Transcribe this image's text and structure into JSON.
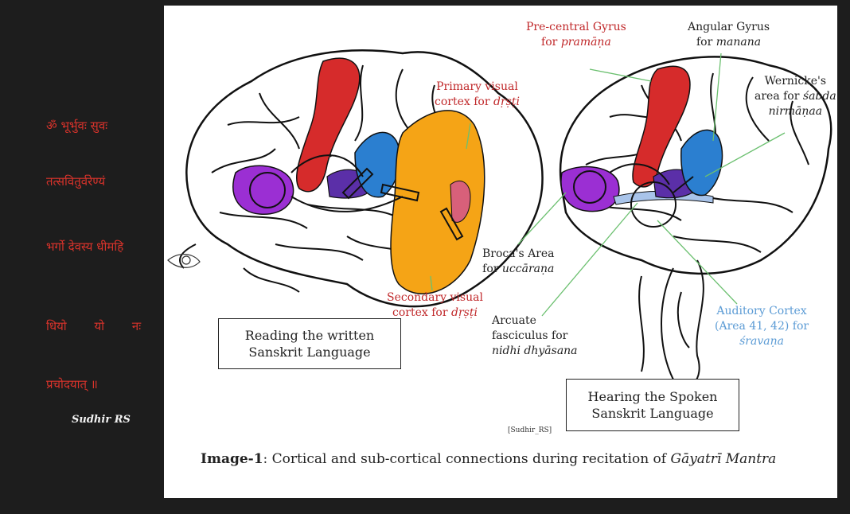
{
  "sidebar": {
    "mantra_lines": [
      "ॐ भूर्भुवः सुवः",
      "तत्सवितुर्वरेण्यं",
      "भर्गो देवस्य धीमहि",
      "धियो यो नः",
      "प्रचोदयात् ॥"
    ],
    "signature": "Sudhir RS"
  },
  "labels": {
    "precentral_line1": "Pre-central Gyrus",
    "precentral_line2": "for",
    "precentral_term": "pramāṇa",
    "angular_line1": "Angular Gyrus",
    "angular_line2": "for",
    "angular_term": "manana",
    "wernicke_line1": "Wernicke's",
    "wernicke_line2": "area for",
    "wernicke_term1": "śabda",
    "wernicke_term2": "nirmāṇaa",
    "primary_line1": "Primary visual",
    "primary_line2": "cortex for",
    "primary_term": "dṛṣṭi",
    "secondary_line1": "Secondary visual",
    "secondary_line2": "cortex for",
    "secondary_term": "dṛṣṭi",
    "broca_line1": "Broca's Area",
    "broca_line2": "for",
    "broca_term": "uccāraṇa",
    "arcuate_line1": "Arcuate",
    "arcuate_line2": "fasciculus for",
    "arcuate_term": "nidhi dhyāsana",
    "auditory_line1": "Auditory Cortex",
    "auditory_line2": "(Area 41, 42) for",
    "auditory_term": "śravaṇa"
  },
  "boxes": {
    "reading": [
      "Reading the written",
      "Sanskrit Language"
    ],
    "hearing": [
      "Hearing the Spoken",
      "Sanskrit Language"
    ]
  },
  "credit": "[Sudhir_RS]",
  "caption": {
    "bold": "Image-1",
    "text": ": Cortical and sub-cortical connections during recitation of ",
    "italic": "Gāyatrī Mantra"
  },
  "colors": {
    "motor_red": "#d62b2b",
    "broca_purple": "#9b2fd3",
    "wernicke_blue": "#2b7fd0",
    "visual_orange": "#f5a416",
    "visual_pink": "#d8607a",
    "arcuate_lightblue": "#a9c4ea",
    "label_red": "#c0282a",
    "label_blue": "#5b9bd5",
    "pointer_green": "#6cc070"
  }
}
